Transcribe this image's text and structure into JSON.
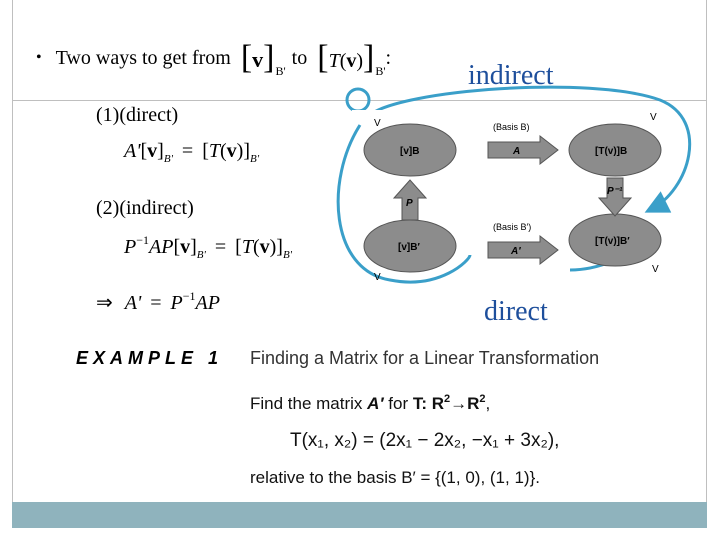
{
  "title": {
    "bullet": "•",
    "prefix": "Two ways to get from",
    "from_vec": "v",
    "from_sub": "B'",
    "connector": "to",
    "to_func": "T",
    "to_vec": "v",
    "to_sub": "B'",
    "suffix": ":"
  },
  "labels": {
    "indirect": "indirect",
    "direct": "direct"
  },
  "method1": {
    "label": "(1)(direct)",
    "lhs_mat": "A'",
    "lhs_vec": "v",
    "sub": "B'",
    "equals": "=",
    "rhs_func": "T",
    "rhs_vec": "v"
  },
  "method2": {
    "label": "(2)(indirect)",
    "p": "P",
    "inv": "−1",
    "a": "A",
    "p2": "P",
    "vec": "v",
    "sub": "B'",
    "equals": "=",
    "rhs_func": "T",
    "rhs_vec": "v"
  },
  "result": {
    "arrow": "⇒",
    "lhs": "A'",
    "equals": "=",
    "p": "P",
    "inv": "−1",
    "rest": "AP"
  },
  "diagram": {
    "v_top_left": "V",
    "v_top_right": "V",
    "v_bottom_left": "V",
    "v_bottom_right": "V",
    "ellipse_tl": "[v]B",
    "ellipse_tr": "[T(v)]B",
    "ellipse_bl": "[v]B′",
    "ellipse_br": "[T(v)]B′",
    "basis_top": "(Basis B)",
    "basis_bottom": "(Basis B′)",
    "arrow_top": "A",
    "arrow_bottom": "A′",
    "arrow_left": "P",
    "arrow_right": "P⁻¹",
    "colors": {
      "curve": "#3a9fc9",
      "ellipse": "#8c8c8c",
      "arrow": "#8c8c8c"
    }
  },
  "example": {
    "heading": "EXAMPLE 1",
    "title": "Finding a Matrix for a Linear Transformation",
    "line1_a": "Find the matrix",
    "line1_b": "A′",
    "line1_c": "for",
    "line1_d": "T: R",
    "line1_e": "2",
    "line1_f": "→R",
    "line1_g": "2",
    "line1_h": ",",
    "line2": "T(x₁, x₂) = (2x₁ − 2x₂, −x₁ + 3x₂),",
    "line3": "relative to the basis B′ = {(1, 0), (1, 1)}."
  },
  "colors": {
    "accent": "#1e4f9c",
    "footer": "#8fb3bd"
  }
}
